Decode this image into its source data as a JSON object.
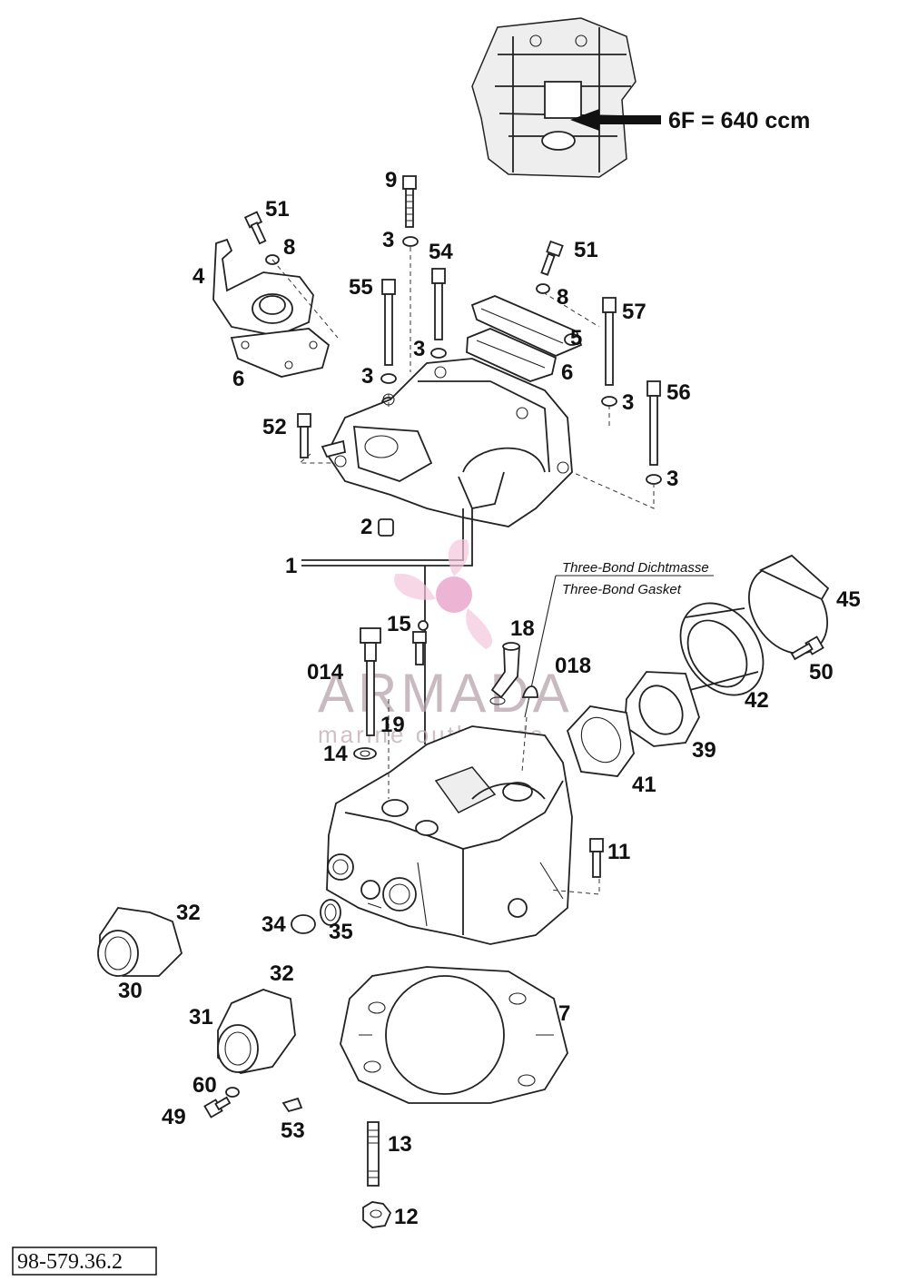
{
  "callout": {
    "text": "6F = 640 ccm"
  },
  "notes": {
    "line1": "Three-Bond Dichtmasse",
    "line2": "Three-Bond Gasket"
  },
  "watermark": {
    "brand": "ARMADA",
    "tagline": "marine outboards",
    "accent": "#e8a3c8"
  },
  "reference": "98-579.36.2",
  "labels": {
    "l9": "9",
    "l51a": "51",
    "l8a": "8",
    "l4": "4",
    "l6a": "6",
    "l3a": "3",
    "l54": "54",
    "l55": "55",
    "l51b": "51",
    "l8b": "8",
    "l57": "57",
    "l5": "5",
    "l3b": "3",
    "l6b": "6",
    "l3c": "3",
    "l3d": "3",
    "l56": "56",
    "l52": "52",
    "l3e": "3",
    "l2": "2",
    "l1": "1",
    "l45": "45",
    "l15": "15",
    "l18": "18",
    "l014": "014",
    "l018": "018",
    "l50": "50",
    "l42": "42",
    "l19": "19",
    "l14": "14",
    "l39": "39",
    "l41": "41",
    "l11": "11",
    "l32a": "32",
    "l34": "34",
    "l35": "35",
    "l30": "30",
    "l32b": "32",
    "l7": "7",
    "l31": "31",
    "l60": "60",
    "l49": "49",
    "l53": "53",
    "l13": "13",
    "l12": "12"
  }
}
